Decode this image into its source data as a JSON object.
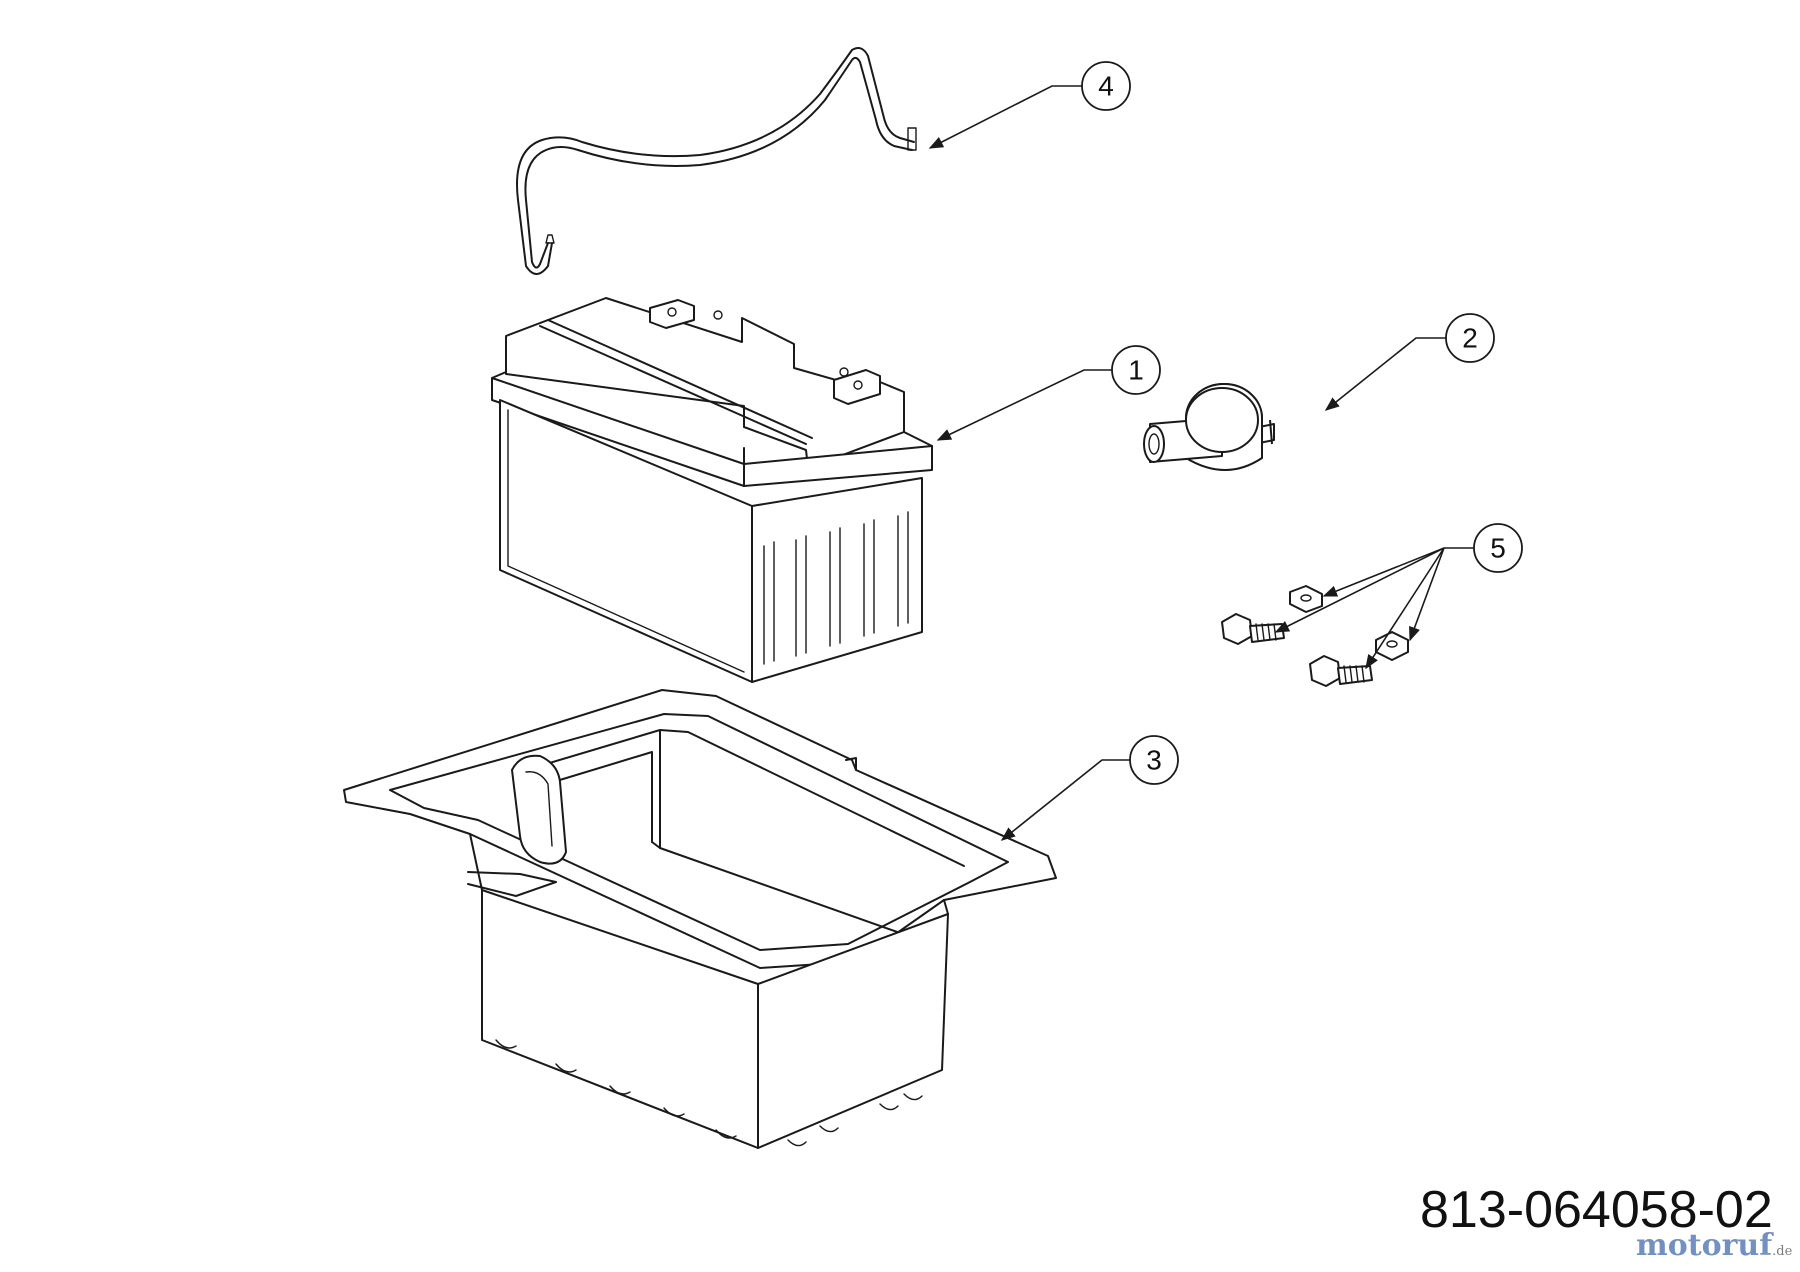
{
  "diagram": {
    "callouts": [
      {
        "id": "1",
        "label": "1"
      },
      {
        "id": "2",
        "label": "2"
      },
      {
        "id": "3",
        "label": "3"
      },
      {
        "id": "4",
        "label": "4"
      },
      {
        "id": "5",
        "label": "5"
      }
    ],
    "part_number": "813-064058-02",
    "watermark": {
      "text": "motoruf",
      "suffix": ".de"
    },
    "parts": {
      "battery": "battery-part",
      "terminal_cap": "terminal-cap-part",
      "battery_tray": "battery-tray-part",
      "hold_down_rod": "hold-down-rod-part",
      "bolts_nuts": "bolts-and-nuts-part"
    }
  }
}
